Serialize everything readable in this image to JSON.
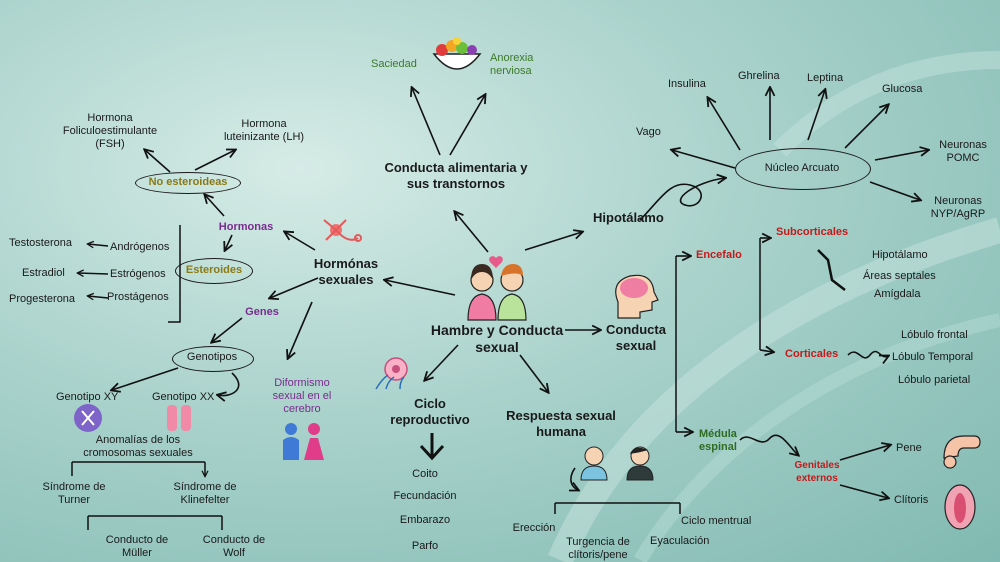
{
  "center": "Hambre y Conducta sexual",
  "alimentaria": {
    "title": "Conducta alimentaria y sus transtornos",
    "saciedad": "Saciedad",
    "anorexia": "Anorexia nerviosa"
  },
  "hipotalamo": {
    "title": "Hipotálamo",
    "nucleo": "Núcleo Arcuato",
    "vago": "Vago",
    "insulina": "Insulina",
    "ghrelina": "Ghrelina",
    "leptina": "Leptina",
    "glucosa": "Glucosa",
    "pomc": "Neuronas POMC",
    "nyp": "Neuronas NYP/AgRP"
  },
  "hormonas": {
    "title": "Hormónas sexuales",
    "hormonas_label": "Hormonas",
    "no_esteroideas": "No esteroideas",
    "fsh": "Hormona Foliculoestimulante (FSH)",
    "lh": "Hormona luteinizante (LH)",
    "esteroides": "Esteroides",
    "androgenos": "Andrógenos",
    "estrogenos": "Estrógenos",
    "progestagenos": "Prostágenos",
    "testosterona": "Testosterona",
    "estradiol": "Estradiol",
    "progesterona": "Progesterona",
    "genes": "Genes",
    "genotipos": "Genotipos",
    "xy": "Genotipo XY",
    "xx": "Genotipo XX",
    "anomalias": "Anomalías de los cromosomas sexuales",
    "turner": "Síndrome de Turner",
    "klinefelter": "Síndrome de Klinefelter",
    "muller": "Conducto de Müller",
    "wolf": "Conducto de Wolf",
    "dimorfismo": "Diformismo sexual en el cerebro"
  },
  "ciclo": {
    "title": "Ciclo reproductivo",
    "coito": "Coito",
    "fecundacion": "Fecundación",
    "embarazo": "Embarazo",
    "parto": "Parfo"
  },
  "respuesta": {
    "title": "Respuesta sexual humana",
    "ereccion": "Erección",
    "turgencia": "Turgencia de clítoris/pene",
    "ciclo_mentrual": "Ciclo mentrual",
    "eyaculacion": "Eyaculación"
  },
  "conducta_sexual": {
    "title": "Conducta sexual",
    "encefalo": "Encefalo",
    "subcorticales": "Subcorticales",
    "hipotalamo": "Hipotálamo",
    "areas_septales": "Áreas septales",
    "amigdala": "Amígdala",
    "corticales": "Corticales",
    "frontal": "Lóbulo frontal",
    "temporal": "Lóbulo Temporal",
    "parietal": "Lóbulo parietal",
    "medula": "Médula espinal",
    "genitales": "Genitales externos",
    "pene": "Pene",
    "clitoris": "Clítoris"
  }
}
